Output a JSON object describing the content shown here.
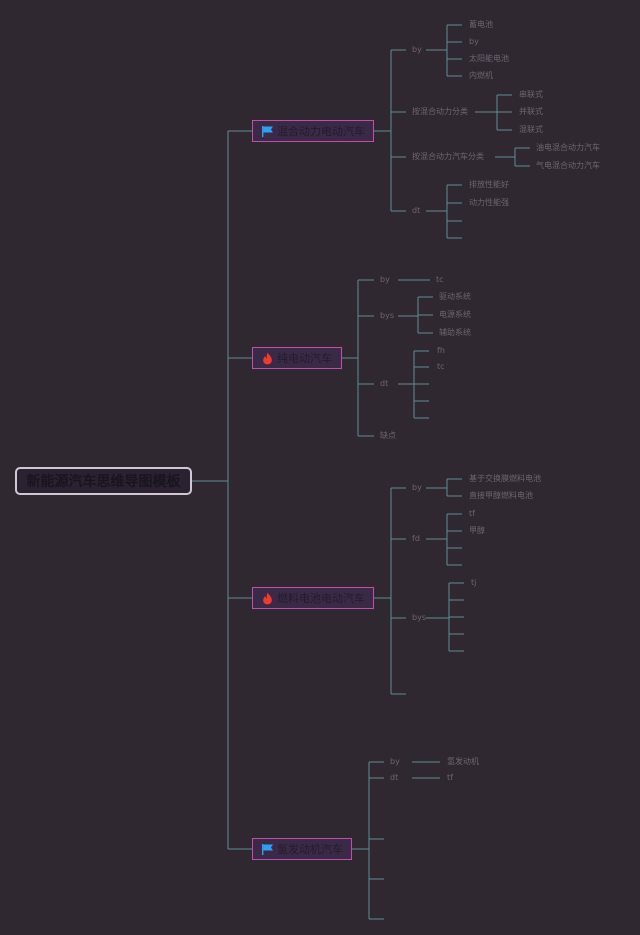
{
  "root": {
    "label": "新能源汽车思维导图模板"
  },
  "branches": [
    {
      "label": "混合动力电动汽车",
      "icon": "blue-flag-icon",
      "sub": [
        {
          "label": "by",
          "leaves": [
            "蓄电池",
            "by",
            "太阳能电池",
            "内燃机"
          ]
        },
        {
          "label": "按混合动力分类",
          "leaves": [
            "串联式",
            "并联式",
            "混联式"
          ]
        },
        {
          "label": "按混合动力汽车分类",
          "leaves": [
            "油电混合动力汽车",
            "气电混合动力汽车"
          ]
        },
        {
          "label": "dt",
          "leaves": [
            "排放性能好",
            "动力性能强"
          ]
        }
      ]
    },
    {
      "label": "纯电动汽车",
      "icon": "fire-icon",
      "sub": [
        {
          "label": "by",
          "leaves": [
            "tc"
          ]
        },
        {
          "label": "bys",
          "leaves": [
            "驱动系统",
            "电源系统",
            "辅助系统"
          ]
        },
        {
          "label": "dt",
          "leaves": [
            "fh",
            "tc"
          ]
        },
        {
          "label": "缺点",
          "leaves": []
        }
      ]
    },
    {
      "label": "燃料电池电动汽车",
      "icon": "fire-icon",
      "sub": [
        {
          "label": "by",
          "leaves": [
            "基于交换膜燃料电池",
            "直接甲醇燃料电池"
          ]
        },
        {
          "label": "fd",
          "leaves": [
            "tf",
            "甲醇"
          ]
        },
        {
          "label": "bys",
          "leaves": [
            "tj"
          ]
        }
      ]
    },
    {
      "label": "氢发动机汽车",
      "icon": "blue-flag-icon",
      "sub": [
        {
          "label": "by",
          "leaves": [
            "氢发动机"
          ]
        },
        {
          "label": "dt",
          "leaves": [
            "tf"
          ]
        }
      ]
    }
  ],
  "colors": {
    "background": "#2f2830",
    "connector": "#5f8a92",
    "root_border": "#cfc8d3",
    "branch_border": "#c04fa8",
    "flag_icon": "#2ea0f0",
    "fire_icon": "#ee3b2d"
  }
}
